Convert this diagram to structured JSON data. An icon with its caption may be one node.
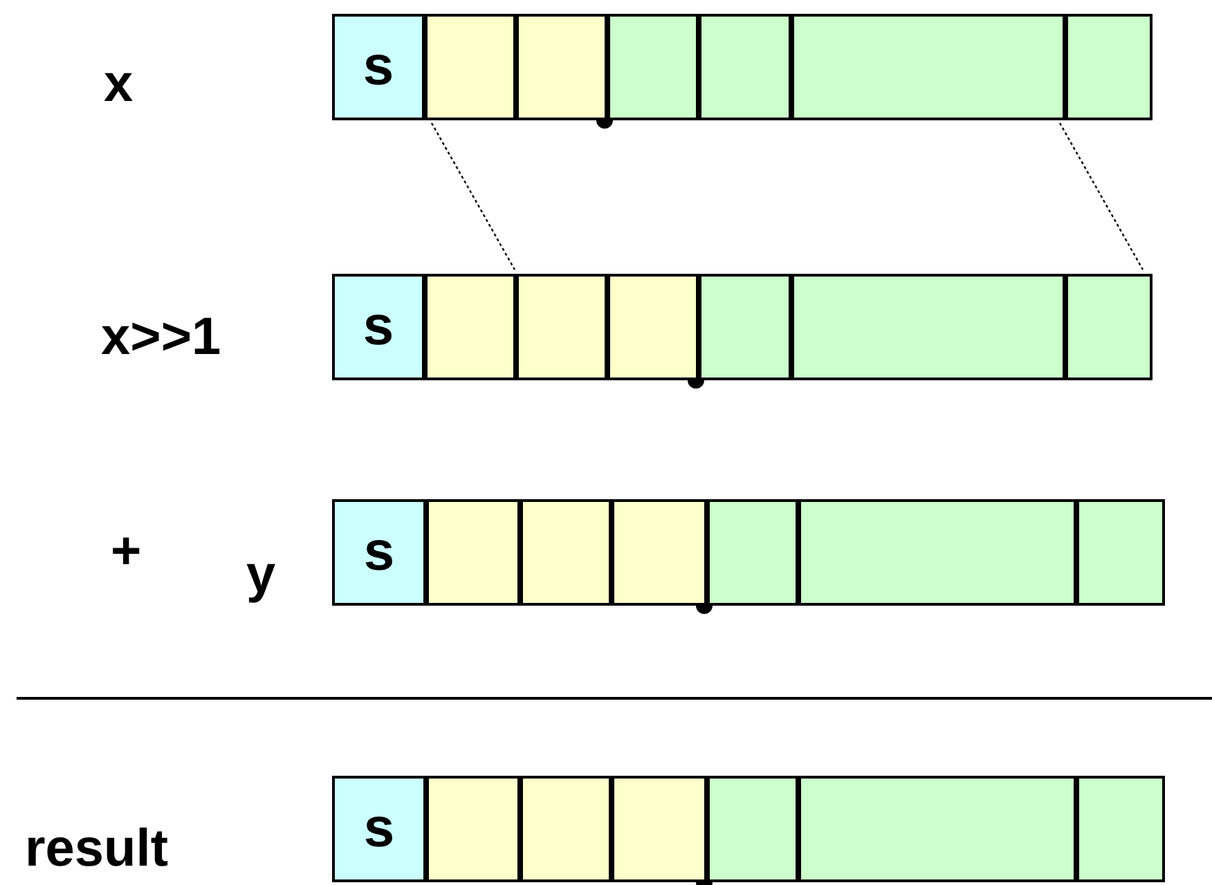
{
  "diagram": {
    "nodes": [
      {
        "text": [],
        "shape": "bar"
      },
      {
        "text": [
          "s"
        ],
        "in": 0
      },
      {
        "text": [],
        "shape": "bar"
      },
      {
        "text": [
          "s"
        ],
        "in": 2
      },
      {
        "text": [],
        "shape": "bar"
      },
      {
        "text": [
          "s"
        ],
        "in": 4
      },
      {
        "text": [],
        "shape": "bar"
      },
      {
        "text": [
          "s"
        ],
        "in": 6
      }
    ],
    "edges": [
      {
        "from": 0,
        "to": 2,
        "arrow": "none",
        "style": "dashed"
      },
      {
        "from": 0,
        "to": 2,
        "arrow": "none",
        "style": "dashed"
      }
    ],
    "labels": [
      "x",
      "x>>1",
      "+",
      "y",
      "result"
    ]
  }
}
